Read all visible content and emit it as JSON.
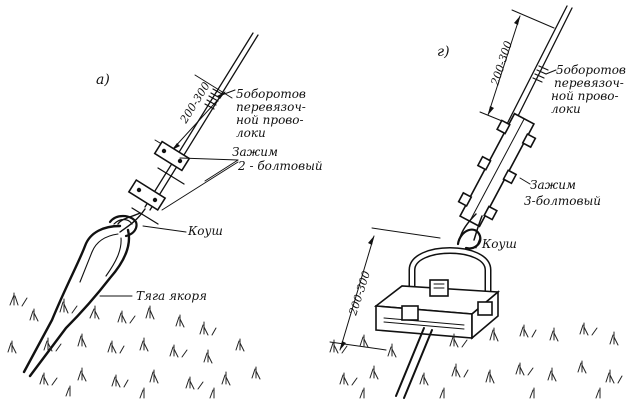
{
  "panel_a": {
    "letter": "а)",
    "dimension": "200-300",
    "wire_wrap_label_lines": [
      "5оборотов",
      "перевязоч-",
      "ной прово-",
      "локи"
    ],
    "clamp_label_lines": [
      "Зажим",
      "2 - болтовый"
    ],
    "thimble_label": "Коуш",
    "rod_label": "Тяга якоря"
  },
  "panel_b": {
    "letter": "г)",
    "dimension_top": "200-300",
    "wire_wrap_label_lines": [
      "5оборотов",
      "перевязоч-",
      "ной прово-",
      "локи"
    ],
    "clamp_label_lines": [
      "Зажим",
      "3-болтовый"
    ],
    "thimble_label": "Коуш",
    "dimension_bottom": "200-300"
  },
  "colors": {
    "ink": "#111111",
    "background": "#ffffff"
  }
}
